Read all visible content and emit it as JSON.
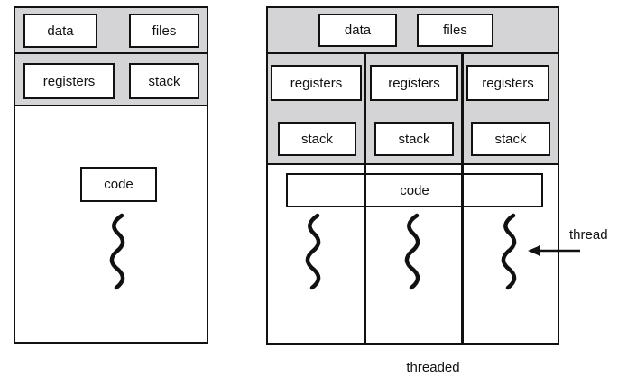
{
  "colors": {
    "band_gray": "#d4d4d6",
    "line_black": "#111111",
    "background": "#ffffff"
  },
  "icons": {
    "thread_squiggle": "wavy-line",
    "thread_pointer": "left-arrow"
  },
  "left_diagram": {
    "data_label": "data",
    "files_label": "files",
    "registers_label": "registers",
    "stack_label": "stack",
    "code_label": "code"
  },
  "right_diagram": {
    "data_label": "data",
    "files_label": "files",
    "columns": [
      {
        "registers_label": "registers",
        "stack_label": "stack"
      },
      {
        "registers_label": "registers",
        "stack_label": "stack"
      },
      {
        "registers_label": "registers",
        "stack_label": "stack"
      }
    ],
    "code_label": "code",
    "thread_label": "thread"
  },
  "caption": "threaded"
}
